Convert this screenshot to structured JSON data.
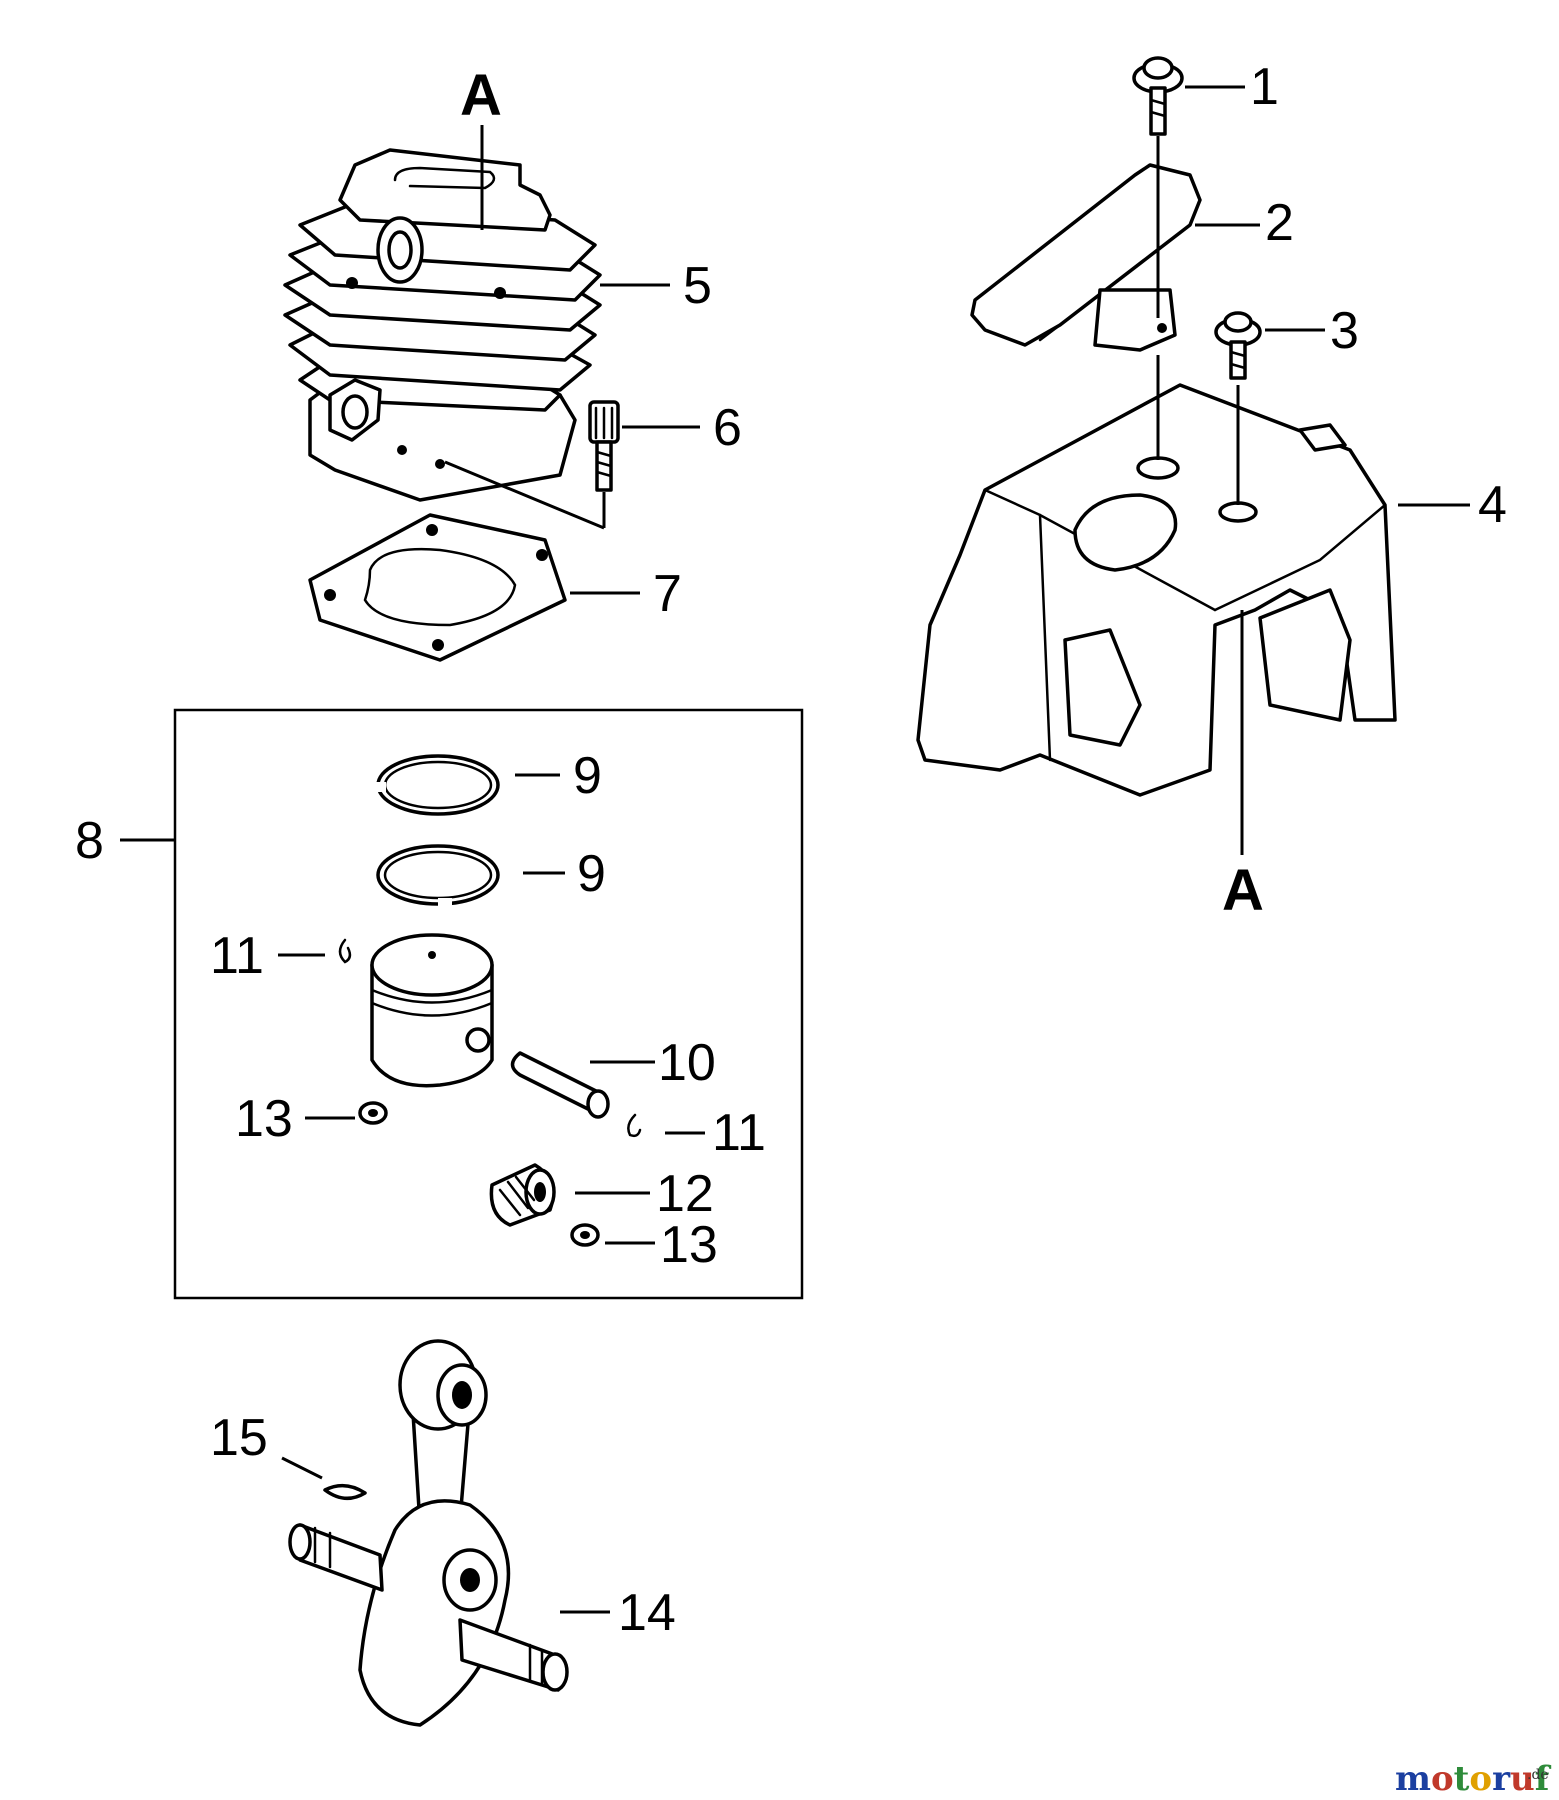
{
  "callouts": {
    "c1": "1",
    "c2": "2",
    "c3": "3",
    "c4": "4",
    "c5": "5",
    "c6": "6",
    "c7": "7",
    "c8": "8",
    "c9a": "9",
    "c9b": "9",
    "c10": "10",
    "c11a": "11",
    "c11b": "11",
    "c12": "12",
    "c13a": "13",
    "c13b": "13",
    "c14": "14",
    "c15": "15"
  },
  "refs": {
    "a_top": "A",
    "a_bottom": "A"
  },
  "watermark": {
    "letters": [
      "m",
      "o",
      "t",
      "o",
      "r",
      "u",
      "f"
    ],
    "colors": [
      "#1b3fa0",
      "#c0392b",
      "#2e8b3a",
      "#e0a000",
      "#1b3fa0",
      "#c0392b",
      "#2e8b3a"
    ],
    "suffix": ".de"
  }
}
